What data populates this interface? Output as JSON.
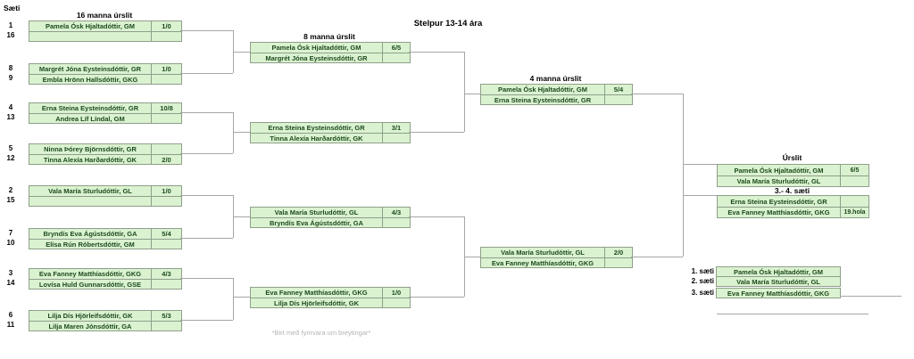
{
  "page": {
    "title": "Stelpur 13-14 ára",
    "seat_header": "Sæti",
    "footnote": "*Birt með fyrirvara um breytingar*"
  },
  "colors": {
    "box_fill": "#daf2d0",
    "box_border": "#8f9f8a",
    "box_text": "#1d4a1d",
    "line": "#a6a6a6",
    "footnote_text": "#b3b3b3"
  },
  "rounds": {
    "r16": {
      "label": "16 manna úrslit",
      "matches": [
        {
          "seed_top": "1",
          "seed_bottom": "16",
          "top": {
            "name": "Pamela Ósk Hjaltadóttir, GM",
            "score": "1/0"
          },
          "bottom": {
            "name": "",
            "score": ""
          }
        },
        {
          "seed_top": "8",
          "seed_bottom": "9",
          "top": {
            "name": "Margrét Jóna Eysteinsdóttir, GR",
            "score": "1/0"
          },
          "bottom": {
            "name": "Embla Hrönn Hallsdóttir, GKG",
            "score": ""
          }
        },
        {
          "seed_top": "4",
          "seed_bottom": "13",
          "top": {
            "name": "Erna Steina Eysteinsdóttir, GR",
            "score": "10/8"
          },
          "bottom": {
            "name": "Andrea Líf Líndal, GM",
            "score": ""
          }
        },
        {
          "seed_top": "5",
          "seed_bottom": "12",
          "top": {
            "name": "Ninna Þórey Björnsdóttir, GR",
            "score": ""
          },
          "bottom": {
            "name": "Tinna Alexía Harðardóttir, GK",
            "score": "2/0"
          }
        },
        {
          "seed_top": "2",
          "seed_bottom": "15",
          "top": {
            "name": "Vala María Sturludóttir, GL",
            "score": "1/0"
          },
          "bottom": {
            "name": "",
            "score": ""
          }
        },
        {
          "seed_top": "7",
          "seed_bottom": "10",
          "top": {
            "name": "Bryndís Eva Ágústsdóttir, GA",
            "score": "5/4"
          },
          "bottom": {
            "name": "Elísa Rún Róbertsdóttir, GM",
            "score": ""
          }
        },
        {
          "seed_top": "3",
          "seed_bottom": "14",
          "top": {
            "name": "Eva Fanney Matthíasdóttir, GKG",
            "score": "4/3"
          },
          "bottom": {
            "name": "Lovísa Huld Gunnarsdóttir, GSE",
            "score": ""
          }
        },
        {
          "seed_top": "6",
          "seed_bottom": "11",
          "top": {
            "name": "Lilja Dís Hjörleifsdóttir, GK",
            "score": "5/3"
          },
          "bottom": {
            "name": "Lilja Maren Jónsdóttir, GA",
            "score": ""
          }
        }
      ]
    },
    "r8": {
      "label": "8 manna úrslit",
      "matches": [
        {
          "top": {
            "name": "Pamela Ósk Hjaltadóttir, GM",
            "score": "6/5"
          },
          "bottom": {
            "name": "Margrét Jóna Eysteinsdóttir, GR",
            "score": ""
          }
        },
        {
          "top": {
            "name": "Erna Steina Eysteinsdóttir, GR",
            "score": "3/1"
          },
          "bottom": {
            "name": "Tinna Alexía Harðardóttir, GK",
            "score": ""
          }
        },
        {
          "top": {
            "name": "Vala María Sturludóttir, GL",
            "score": "4/3"
          },
          "bottom": {
            "name": "Bryndís Eva Ágústsdóttir, GA",
            "score": ""
          }
        },
        {
          "top": {
            "name": "Eva Fanney Matthíasdóttir, GKG",
            "score": "1/0"
          },
          "bottom": {
            "name": "Lilja Dís Hjörleifsdóttir, GK",
            "score": ""
          }
        }
      ]
    },
    "r4": {
      "label": "4 manna úrslit",
      "matches": [
        {
          "top": {
            "name": "Pamela Ósk Hjaltadóttir, GM",
            "score": "5/4"
          },
          "bottom": {
            "name": "Erna Steina Eysteinsdóttir, GR",
            "score": ""
          }
        },
        {
          "top": {
            "name": "Vala María Sturludóttir, GL",
            "score": "2/0"
          },
          "bottom": {
            "name": "Eva Fanney Matthíasdóttir, GKG",
            "score": ""
          }
        }
      ]
    },
    "final": {
      "label": "Úrslit",
      "match": {
        "top": {
          "name": "Pamela Ósk Hjaltadóttir, GM",
          "score": "6/5"
        },
        "bottom": {
          "name": "Vala María Sturludóttir, GL",
          "score": ""
        }
      }
    },
    "third": {
      "label": "3.- 4. sæti",
      "match": {
        "top": {
          "name": "Erna Steina Eysteinsdóttir, GR",
          "score": ""
        },
        "bottom": {
          "name": "Eva Fanney Matthíasdóttir, GKG",
          "score": "19.hola"
        }
      }
    }
  },
  "standings": [
    {
      "label": "1. sæti",
      "name": "Pamela Ósk Hjaltadóttir, GM"
    },
    {
      "label": "2. sæti",
      "name": "Vala María Sturludóttir, GL"
    },
    {
      "label": "3. sæti",
      "name": "Eva Fanney Matthíasdóttir, GKG"
    }
  ]
}
